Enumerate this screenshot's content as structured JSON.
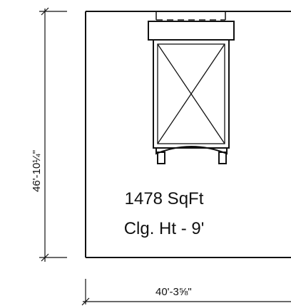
{
  "floor_plan": {
    "area_label": "1478 SqFt",
    "ceiling_label": "Clg. Ht - 9'",
    "dimension_vertical": "46'-10¼\"",
    "dimension_horizontal": "40'-3⅝\""
  },
  "colors": {
    "line": "#111111",
    "background": "#ffffff"
  }
}
